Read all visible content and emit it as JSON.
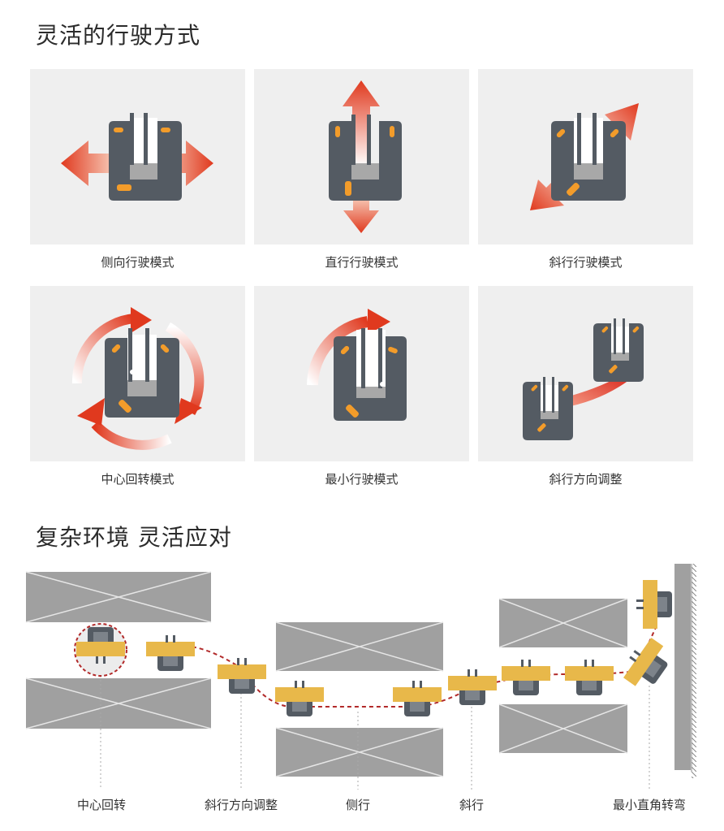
{
  "section1": {
    "title": "灵活的行驶方式",
    "modes": [
      {
        "label": "侧向行驶模式"
      },
      {
        "label": "直行行驶模式"
      },
      {
        "label": "斜行行驶模式"
      },
      {
        "label": "中心回转模式"
      },
      {
        "label": "最小行驶模式"
      },
      {
        "label": "斜行方向调整"
      }
    ]
  },
  "section2": {
    "title": "复杂环境 灵活应对",
    "labels": [
      "中心回转",
      "斜行方向调整",
      "侧行",
      "斜行",
      "最小直角转弯"
    ]
  },
  "colors": {
    "panel_bg": "#efefef",
    "vehicle": "#545b63",
    "wheel": "#f39c2a",
    "arrow": "#e2452a",
    "shelf": "#a0a0a0",
    "load": "#e8b84a",
    "path": "#b22a2a"
  }
}
